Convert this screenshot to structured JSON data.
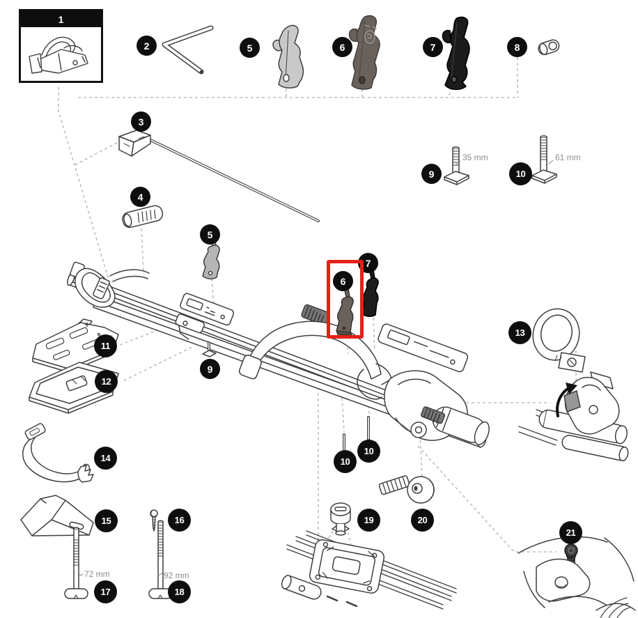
{
  "diagram": {
    "background": "#ffffff",
    "line_color": "#3e3e3e",
    "dash_color": "#bdbdbd",
    "badge_bg": "#0e0e0e",
    "badge_text_color": "#ffffff",
    "accent_red": "#e32119",
    "part_fill_light_gray": "#c9c9c9",
    "part_fill_dark_gray": "#6a615b",
    "part_fill_black": "#1b1b1b",
    "measure_text_color": "#8c8c8c"
  },
  "inset_box": {
    "number": "1"
  },
  "badges": {
    "b2": "2",
    "b3": "3",
    "b4": "4",
    "b5_top": "5",
    "b6_top": "6",
    "b7_top": "7",
    "b8": "8",
    "b9_right": "9",
    "b10_right": "10",
    "b5_mid": "5",
    "b6_mid": "6",
    "b7_mid": "7",
    "b9_mid": "9",
    "b10_mid_left": "10",
    "b10_mid_right": "10",
    "b11": "11",
    "b12": "12",
    "b13": "13",
    "b14": "14",
    "b15": "15",
    "b16": "16",
    "b17": "17",
    "b18": "18",
    "b19": "19",
    "b20": "20",
    "b21": "21"
  },
  "measurements": {
    "bolt_9": "35 mm",
    "bolt_10": "61 mm",
    "bolt_17": "72 mm",
    "bolt_18": "92 mm"
  },
  "highlight": {
    "selected_part": "6"
  },
  "icons": {
    "rotate_arrow": "curved-arrow"
  }
}
